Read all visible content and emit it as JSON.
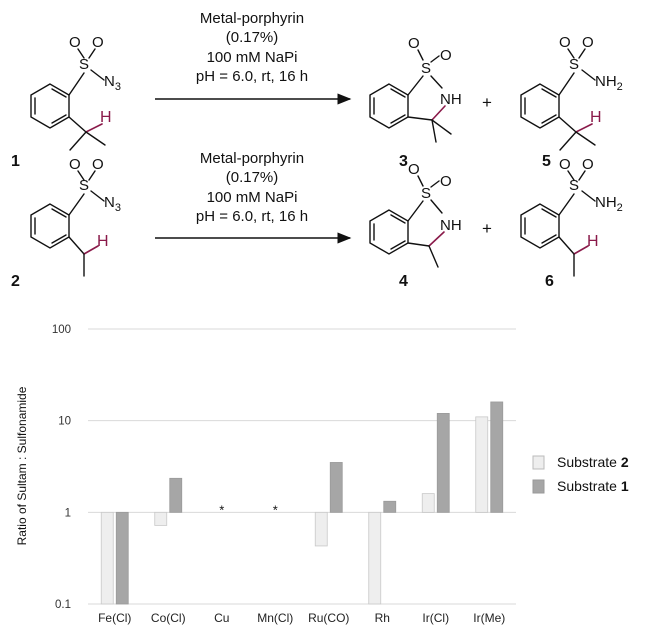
{
  "scheme": {
    "reaction1": {
      "conditions": [
        "Metal-porphyrin",
        "(0.17%)",
        "100 mM NaPi",
        "pH = 6.0, rt,  16 h"
      ],
      "plus": "+",
      "compounds": [
        "1",
        "3",
        "5"
      ]
    },
    "reaction2": {
      "conditions": [
        "Metal-porphyrin",
        "(0.17%)",
        "100 mM NaPi",
        "pH = 6.0, rt,  16 h"
      ],
      "plus": "+",
      "compounds": [
        "2",
        "4",
        "6"
      ]
    },
    "atoms": {
      "O": "O",
      "S": "S",
      "N3": "N",
      "N3_sub": "3",
      "NH": "NH",
      "NH2": "NH",
      "NH2_sub": "2",
      "H": "H"
    },
    "highlight_color": "#8a1a4a"
  },
  "chart_data": {
    "type": "bar",
    "scale": "log",
    "baseline": 1,
    "ylabel": "Ratio of Sultam : Sulfonamide",
    "ylim": [
      0.1,
      100
    ],
    "yticks": [
      "0.1",
      "1",
      "10",
      "100"
    ],
    "categories": [
      "Fe(Cl)",
      "Co(Cl)",
      "Cu",
      "Mn(Cl)",
      "Ru(CO)",
      "Rh",
      "Ir(Cl)",
      "Ir(Me)"
    ],
    "series": [
      {
        "legend_prefix": "Substrate",
        "legend_num": "2",
        "color": "#eeeeee",
        "values": [
          0.1,
          0.72,
          null,
          null,
          0.43,
          0.1,
          1.6,
          11
        ]
      },
      {
        "legend_prefix": "Substrate",
        "legend_num": "1",
        "color": "#a6a6a6",
        "values": [
          0.1,
          2.35,
          null,
          null,
          3.5,
          1.32,
          12,
          16
        ]
      }
    ],
    "annotations": {
      "Cu": "*",
      "Mn(Cl)": "*"
    },
    "grid": "horizontal",
    "legend_position": "right"
  }
}
